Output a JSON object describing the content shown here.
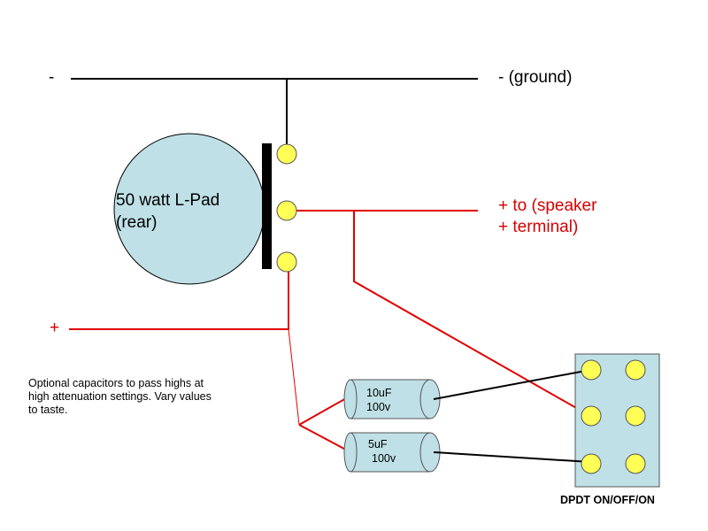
{
  "labels": {
    "ground_minus": "-",
    "ground_text": "- (ground)",
    "lpad_line1": "50 watt L-Pad",
    "lpad_line2": "(rear)",
    "speaker_line1": "+ to (speaker",
    "speaker_line2": "+ terminal)",
    "input_plus": "+",
    "note_line1": "Optional capacitors to pass highs at",
    "note_line2": "high attenuation settings. Vary values",
    "note_line3": "to taste.",
    "cap1_value": "10uF",
    "cap1_voltage": "100v",
    "cap2_value": "5uF",
    "cap2_voltage": "100v",
    "switch_label": "DPDT ON/OFF/ON"
  },
  "colors": {
    "wire_black": "#000000",
    "wire_red": "#e00000",
    "lpad_fill": "#bfe0e6",
    "terminal_fill": "#ffff55",
    "capacitor_fill": "#bfe0e6",
    "switch_fill": "#bfe0e6"
  }
}
